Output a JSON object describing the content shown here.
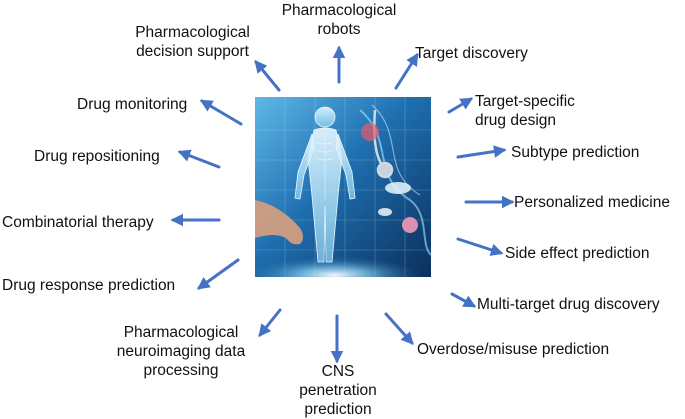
{
  "colors": {
    "arrow": "#4472c4",
    "image_dark": "#0b2f5c",
    "image_mid": "#1f6fb0",
    "image_light": "#7fd3f5",
    "figure": "#cdefff"
  },
  "center_image": {
    "icon": "human-anatomy-digital-health-illustration"
  },
  "labels": {
    "pharm_robots": "Pharmacological\nrobots",
    "pharm_decision": "Pharmacological\ndecision support",
    "target_discovery": "Target discovery",
    "drug_monitoring": "Drug monitoring",
    "target_specific": "Target-specific\ndrug design",
    "drug_repositioning": "Drug repositioning",
    "subtype_prediction": "Subtype prediction",
    "personalized_medicine": "Personalized medicine",
    "combinatorial_therapy": "Combinatorial therapy",
    "side_effect": "Side effect prediction",
    "drug_response": "Drug response prediction",
    "multi_target": "Multi-target drug discovery",
    "neuroimaging": "Pharmacological\nneuroimaging data\nprocessing",
    "overdose": "Overdose/misuse prediction",
    "cns": "CNS penetration\nprediction"
  }
}
